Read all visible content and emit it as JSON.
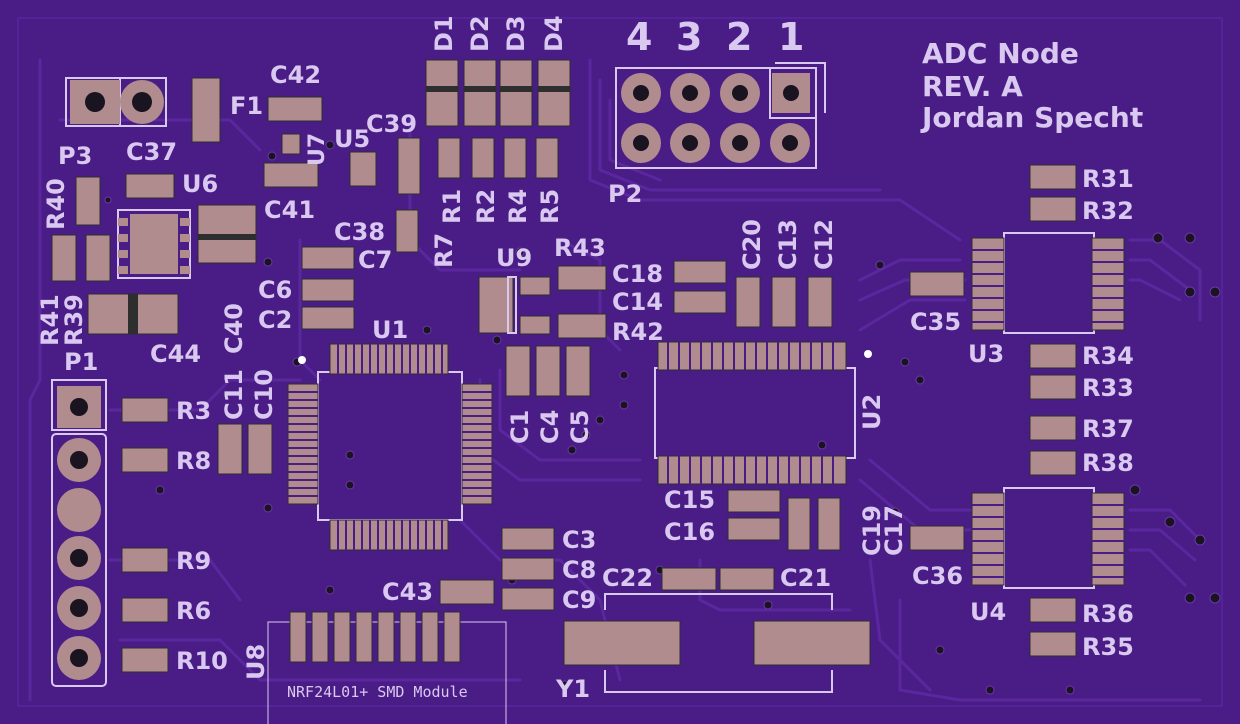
{
  "title_block": {
    "line1": "ADC Node",
    "line2": "REV. A",
    "line3": "Jordan Specht"
  },
  "p2_pin_numbers": [
    "4",
    "3",
    "2",
    "1"
  ],
  "module_label": "NRF24L01+ SMD Module",
  "designators": {
    "D1": "D1",
    "D2": "D2",
    "D3": "D3",
    "D4": "D4",
    "R1": "R1",
    "R2": "R2",
    "R4": "R4",
    "R5": "R5",
    "R7": "R7",
    "C42": "C42",
    "F1": "F1",
    "U7": "U7",
    "U5": "U5",
    "C39": "C39",
    "P3": "P3",
    "C37": "C37",
    "U6": "U6",
    "C41": "C41",
    "C38": "C38",
    "C7": "C7",
    "R40": "R40",
    "R41": "R41",
    "R39": "R39",
    "C44": "C44",
    "C40": "C40",
    "C6": "C6",
    "C2": "C2",
    "U1": "U1",
    "U9": "U9",
    "R43": "R43",
    "R42": "R42",
    "C18": "C18",
    "C14": "C14",
    "C20": "C20",
    "C13": "C13",
    "C12": "C12",
    "P2": "P2",
    "R31": "R31",
    "R32": "R32",
    "C35": "C35",
    "U3": "U3",
    "R34": "R34",
    "R33": "R33",
    "R37": "R37",
    "R38": "R38",
    "U2": "U2",
    "P1": "P1",
    "R3": "R3",
    "R8": "R8",
    "R9": "R9",
    "R6": "R6",
    "R10": "R10",
    "C11": "C11",
    "C10": "C10",
    "C1": "C1",
    "C4": "C4",
    "C5": "C5",
    "C15": "C15",
    "C16": "C16",
    "C19": "C19",
    "C17": "C17",
    "C36": "C36",
    "U4": "U4",
    "R36": "R36",
    "R35": "R35",
    "C3": "C3",
    "C8": "C8",
    "C9": "C9",
    "C43": "C43",
    "C22": "C22",
    "C21": "C21",
    "Y1": "Y1",
    "U8": "U8"
  },
  "colors": {
    "board": "#4a1c86",
    "copper": "#56249a",
    "pad": "#b08c8e",
    "pad_edge": "#2e2e2e",
    "silk": "#d9c8ef",
    "hole": "#1a1320"
  }
}
